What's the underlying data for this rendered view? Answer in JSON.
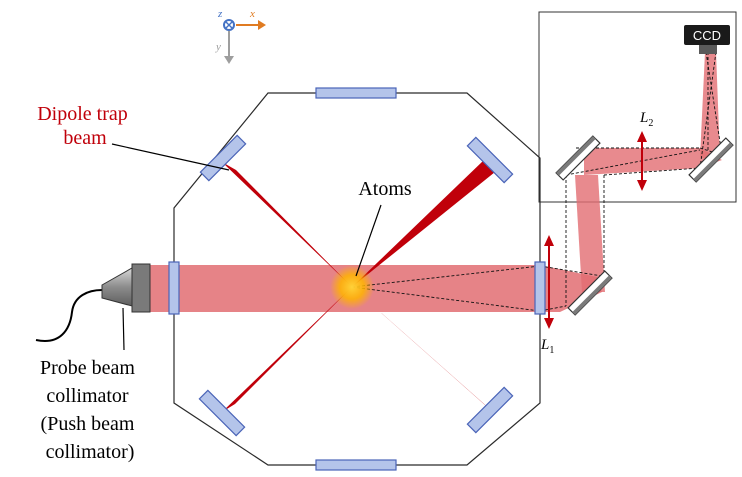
{
  "labels": {
    "dipole_trap": [
      "Dipole trap",
      "beam"
    ],
    "atoms": "Atoms",
    "probe": [
      "Probe beam",
      "collimator",
      "(Push beam",
      "collimator)"
    ],
    "ccd": "CCD",
    "lens1": {
      "main": "L",
      "sub": "1"
    },
    "lens2": {
      "main": "L",
      "sub": "2"
    }
  },
  "axes": {
    "z": "z",
    "x": "x",
    "y": "y"
  },
  "colors": {
    "dipole": "#c0000a",
    "probe_beam": "#e26d72",
    "window_fill": "#b4c4ea",
    "window_stroke": "#4a64b8",
    "lens": "#c0000a",
    "atoms_glow": "#ffb400",
    "axis_x": "#e07b21",
    "axis_z": "#4472c4",
    "axis_y": "#9e9e9e",
    "ccd_body": "#1a1a1a"
  }
}
